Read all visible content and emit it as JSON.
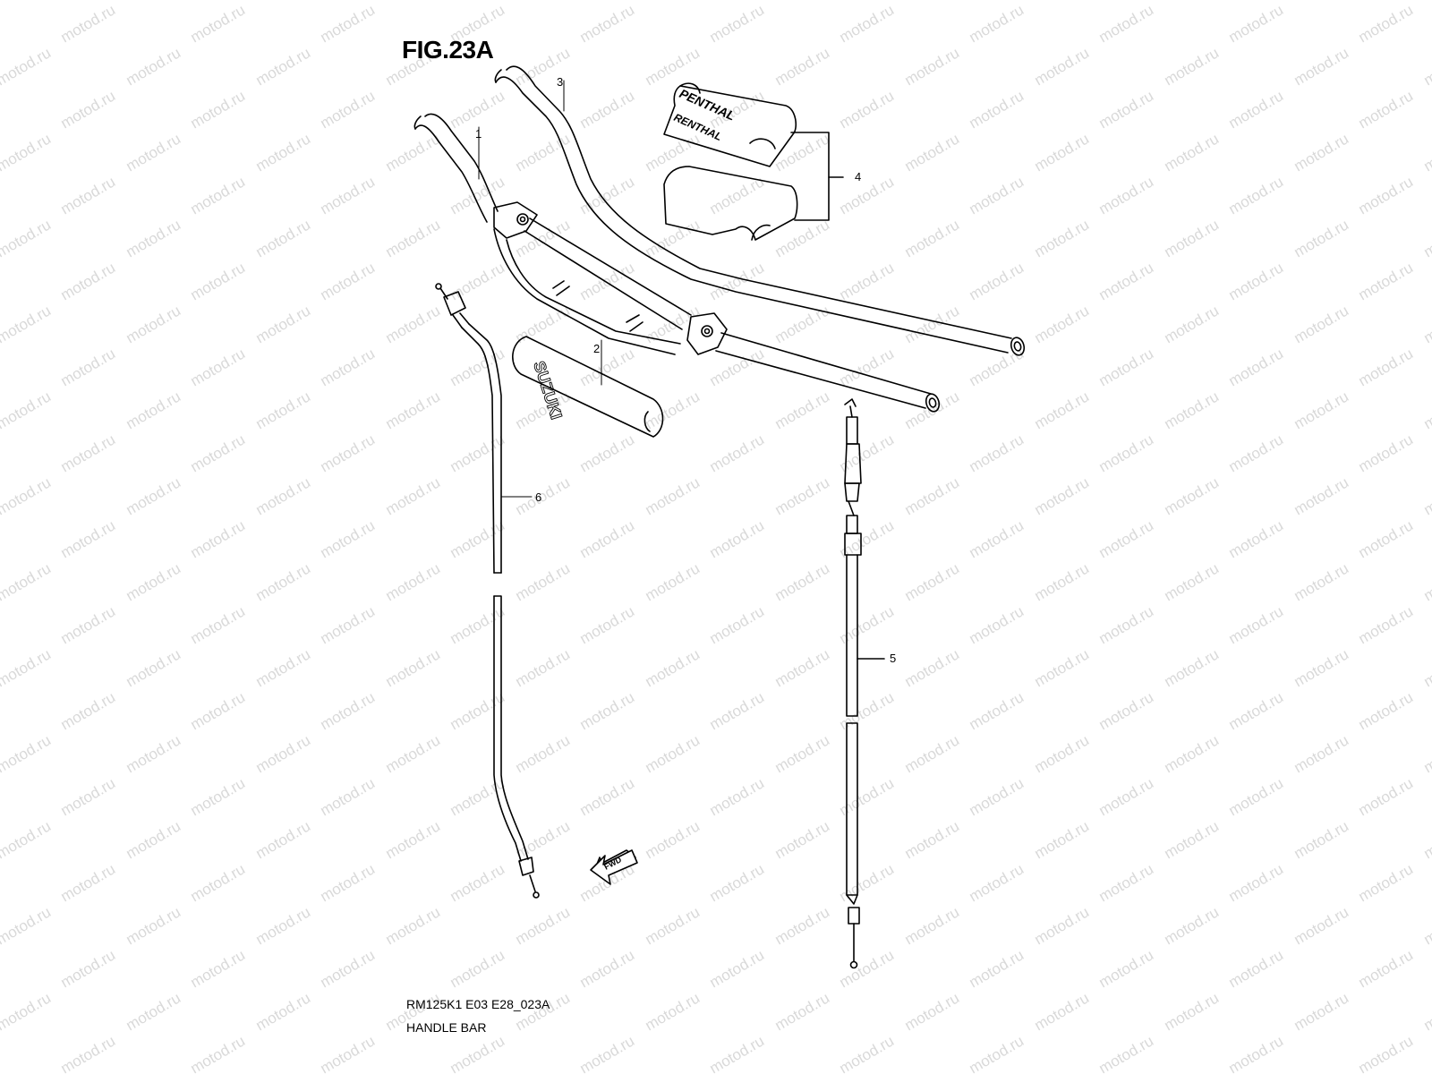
{
  "figure": {
    "title": "FIG.23A",
    "code": "RM125K1 E03 E28_023A",
    "name": "HANDLE BAR"
  },
  "watermark": {
    "text": "motod.ru",
    "color": "#d9d9d9"
  },
  "callouts": [
    {
      "number": "1",
      "part": "handlebar"
    },
    {
      "number": "2",
      "part": "handlebar-pad-suzuki"
    },
    {
      "number": "3",
      "part": "handlebar-alternate"
    },
    {
      "number": "4",
      "part": "bar-pad-renthal"
    },
    {
      "number": "5",
      "part": "throttle-cable"
    },
    {
      "number": "6",
      "part": "clutch-cable"
    }
  ],
  "labels": {
    "pad_brand_1": "SUZUKI",
    "pad_brand_2": "PENTHAL",
    "pad_brand_3": "RENTHAL",
    "direction": "FWD"
  },
  "colors": {
    "line": "#000000",
    "background": "#ffffff"
  }
}
